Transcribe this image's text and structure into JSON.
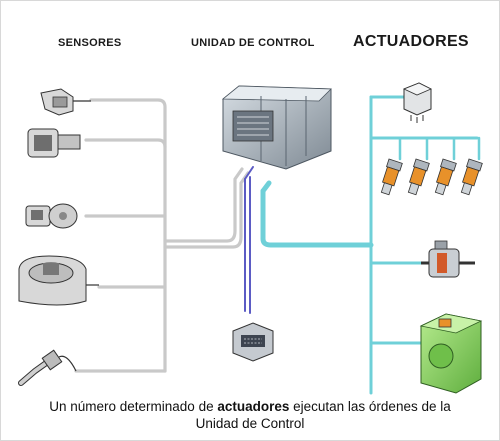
{
  "headers": {
    "sensors": "SENSORES",
    "control_unit": "UNIDAD DE CONTROL",
    "actuators": "ACTUADORES"
  },
  "caption": {
    "part1": "Un número determinado de ",
    "bold": "actuadores",
    "part2": " ejecutan las órdenes de la",
    "line2": "Unidad de Control"
  },
  "colors": {
    "sensor_wiring": "#c9c9c9",
    "actuator_wiring": "#6fd0d8",
    "control_wire": "#5b5bc4",
    "injector_orange": "#e8912a",
    "module_green": "#8fd66a",
    "ecu_gray": "#9aa4ad"
  },
  "icons": {
    "sensors": [
      "pressure-sensor-icon",
      "connector-sensor-icon",
      "knock-sensor-icon",
      "throttle-sensor-icon",
      "oxygen-sensor-icon"
    ],
    "control_unit": "ecu-icon",
    "diagnostic_connector": "diagnostic-connector-icon",
    "actuators": [
      "relay-icon",
      "injector-icon",
      "idle-valve-icon",
      "throttle-module-icon"
    ]
  }
}
